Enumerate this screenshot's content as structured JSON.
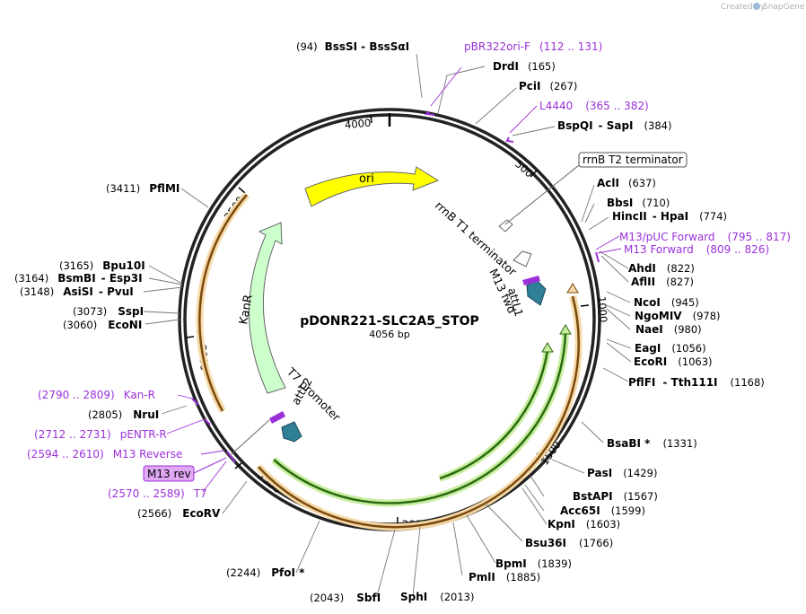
{
  "credit": {
    "created_by": "Created by",
    "brand": "SnapGene"
  },
  "plasmid": {
    "name": "pDONR221-SLC2A5_STOP",
    "length": "4056 bp"
  },
  "ticks": [
    "4000",
    "500",
    "1000",
    "1500",
    "2000",
    "2500",
    "3000",
    "3500"
  ],
  "features": {
    "ori": "ori",
    "kanr": "KanR",
    "rrnb_t1": "rrnB T1 terminator",
    "rrnb_t2": "rrnB T2 terminator",
    "m13_fwd": "M13 fwd",
    "attl1": "attL1",
    "t7_promoter": "T7 promoter",
    "attl2": "attL2",
    "m13_rev": "M13 rev"
  },
  "sites": [
    {
      "pos": "(94)",
      "name": "BssSI",
      "alt": "BssSαI"
    },
    {
      "name": "DrdI",
      "pos": "(165)"
    },
    {
      "name": "PciI",
      "pos": "(267)"
    },
    {
      "name": "BspQI",
      "alt": "SapI",
      "pos": "(384)"
    },
    {
      "name": "AclI",
      "pos": "(637)"
    },
    {
      "name": "BbsI",
      "pos": "(710)"
    },
    {
      "name": "HincII",
      "alt": "HpaI",
      "pos": "(774)"
    },
    {
      "name": "AhdI",
      "pos": "(822)"
    },
    {
      "name": "AflII",
      "pos": "(827)"
    },
    {
      "name": "NcoI",
      "pos": "(945)"
    },
    {
      "name": "NgoMIV",
      "pos": "(978)"
    },
    {
      "name": "NaeI",
      "pos": "(980)"
    },
    {
      "name": "EagI",
      "pos": "(1056)"
    },
    {
      "name": "EcoRI",
      "pos": "(1063)"
    },
    {
      "name": "PflFI",
      "alt": "Tth111I",
      "pos": "(1168)"
    },
    {
      "name": "BsaBI *",
      "pos": "(1331)"
    },
    {
      "name": "PasI",
      "pos": "(1429)"
    },
    {
      "name": "BstAPI",
      "pos": "(1567)"
    },
    {
      "name": "Acc65I",
      "pos": "(1599)"
    },
    {
      "name": "KpnI",
      "pos": "(1603)"
    },
    {
      "name": "Bsu36I",
      "pos": "(1766)"
    },
    {
      "name": "BpmI",
      "pos": "(1839)"
    },
    {
      "name": "PmlI",
      "pos": "(1885)"
    },
    {
      "name": "SphI",
      "pos": "(2013)"
    },
    {
      "pos": "(2043)",
      "name": "SbfI"
    },
    {
      "pos": "(2244)",
      "name": "PfoI *"
    },
    {
      "pos": "(2566)",
      "name": "EcoRV"
    },
    {
      "pos": "(2805)",
      "name": "NruI"
    },
    {
      "pos": "(3060)",
      "name": "EcoNI"
    },
    {
      "pos": "(3073)",
      "name": "SspI"
    },
    {
      "pos": "(3148)",
      "name": "AsiSI",
      "alt": "PvuI"
    },
    {
      "pos": "(3164)",
      "name": "BsmBI",
      "alt": "Esp3I"
    },
    {
      "pos": "(3165)",
      "name": "Bpu10I"
    },
    {
      "pos": "(3411)",
      "name": "PflMI"
    }
  ],
  "primers": [
    {
      "name": "pBR322ori-F",
      "range": "(112 .. 131)"
    },
    {
      "name": "L4440",
      "range": "(365 .. 382)"
    },
    {
      "name": "M13/pUC Forward",
      "range": "(795 .. 817)"
    },
    {
      "name": "M13 Forward",
      "range": "(809 .. 826)"
    },
    {
      "range": "(2790 .. 2809)",
      "name": "Kan-R"
    },
    {
      "range": "(2712 .. 2731)",
      "name": "pENTR-R"
    },
    {
      "range": "(2594 .. 2610)",
      "name": "M13 Reverse"
    },
    {
      "range": "(2570 .. 2589)",
      "name": "T7"
    }
  ],
  "colors": {
    "backbone": "#222222",
    "ori": "#ffff00",
    "kanr": "#ccffcc",
    "attl": "#2f7f96",
    "primer": "#9b30d9",
    "cds_outer": "#f0b050",
    "cds_inner": "#c8eea0"
  }
}
